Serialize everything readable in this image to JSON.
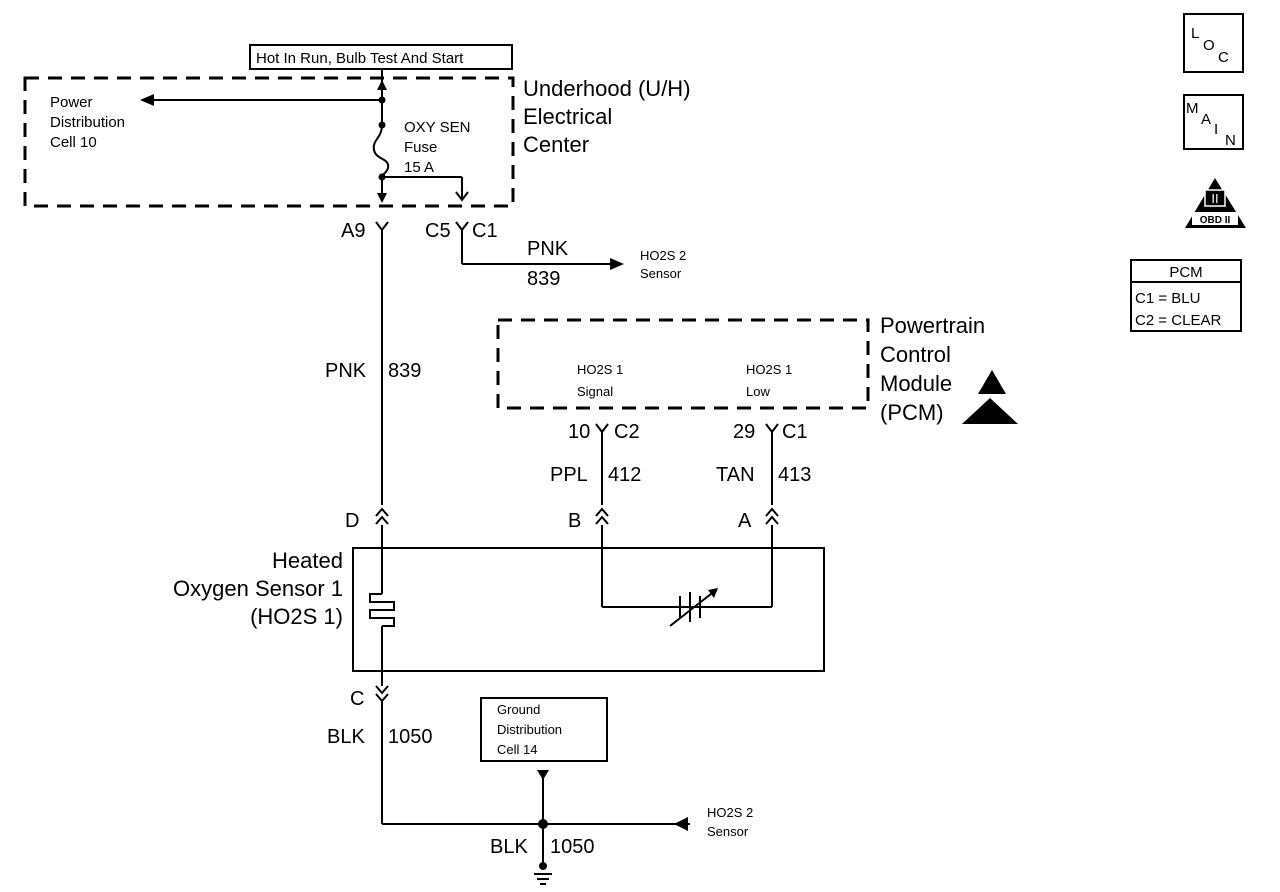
{
  "top_label": "Hot In Run, Bulb Test And Start",
  "uh_center": {
    "line1": "Underhood (U/H)",
    "line2": "Electrical",
    "line3": "Center"
  },
  "power_dist": {
    "line1": "Power",
    "line2": "Distribution",
    "line3": "Cell 10"
  },
  "fuse": {
    "line1": "OXY SEN",
    "line2": "Fuse",
    "line3": "15 A"
  },
  "conn_a9": "A9",
  "conn_c5": "C5",
  "conn_c1_top": "C1",
  "wire_pnk_right": {
    "color": "PNK",
    "circuit": "839"
  },
  "ho2s2_top": {
    "line1": "HO2S 2",
    "line2": "Sensor"
  },
  "wire_pnk_left": {
    "color": "PNK",
    "circuit": "839"
  },
  "pcm": {
    "line1": "Powertrain",
    "line2": "Control",
    "line3": "Module",
    "line4": "(PCM)"
  },
  "pcm_signal": {
    "line1": "HO2S 1",
    "line2": "Signal"
  },
  "pcm_low": {
    "line1": "HO2S 1",
    "line2": "Low"
  },
  "pin_10": "10",
  "conn_c2": "C2",
  "pin_29": "29",
  "conn_c1_pcm": "C1",
  "wire_ppl": {
    "color": "PPL",
    "circuit": "412"
  },
  "wire_tan": {
    "color": "TAN",
    "circuit": "413"
  },
  "pin_d": "D",
  "pin_b": "B",
  "pin_a": "A",
  "pin_c": "C",
  "sensor": {
    "line1": "Heated",
    "line2": "Oxygen Sensor 1",
    "line3": "(HO2S 1)"
  },
  "wire_blk_upper": {
    "color": "BLK",
    "circuit": "1050"
  },
  "ground_dist": {
    "line1": "Ground",
    "line2": "Distribution",
    "line3": "Cell 14"
  },
  "wire_blk_lower": {
    "color": "BLK",
    "circuit": "1050"
  },
  "ho2s2_bottom": {
    "line1": "HO2S 2",
    "line2": "Sensor"
  },
  "loc_icon": {
    "l": "L",
    "o": "O",
    "c": "C"
  },
  "main_icon": {
    "m": "M",
    "a": "A",
    "i": "I",
    "n": "N"
  },
  "obd_icon": {
    "roman": "II",
    "label": "OBD II"
  },
  "pcm_legend": {
    "title": "PCM",
    "c1": "C1 = BLU",
    "c2": "C2 = CLEAR"
  }
}
